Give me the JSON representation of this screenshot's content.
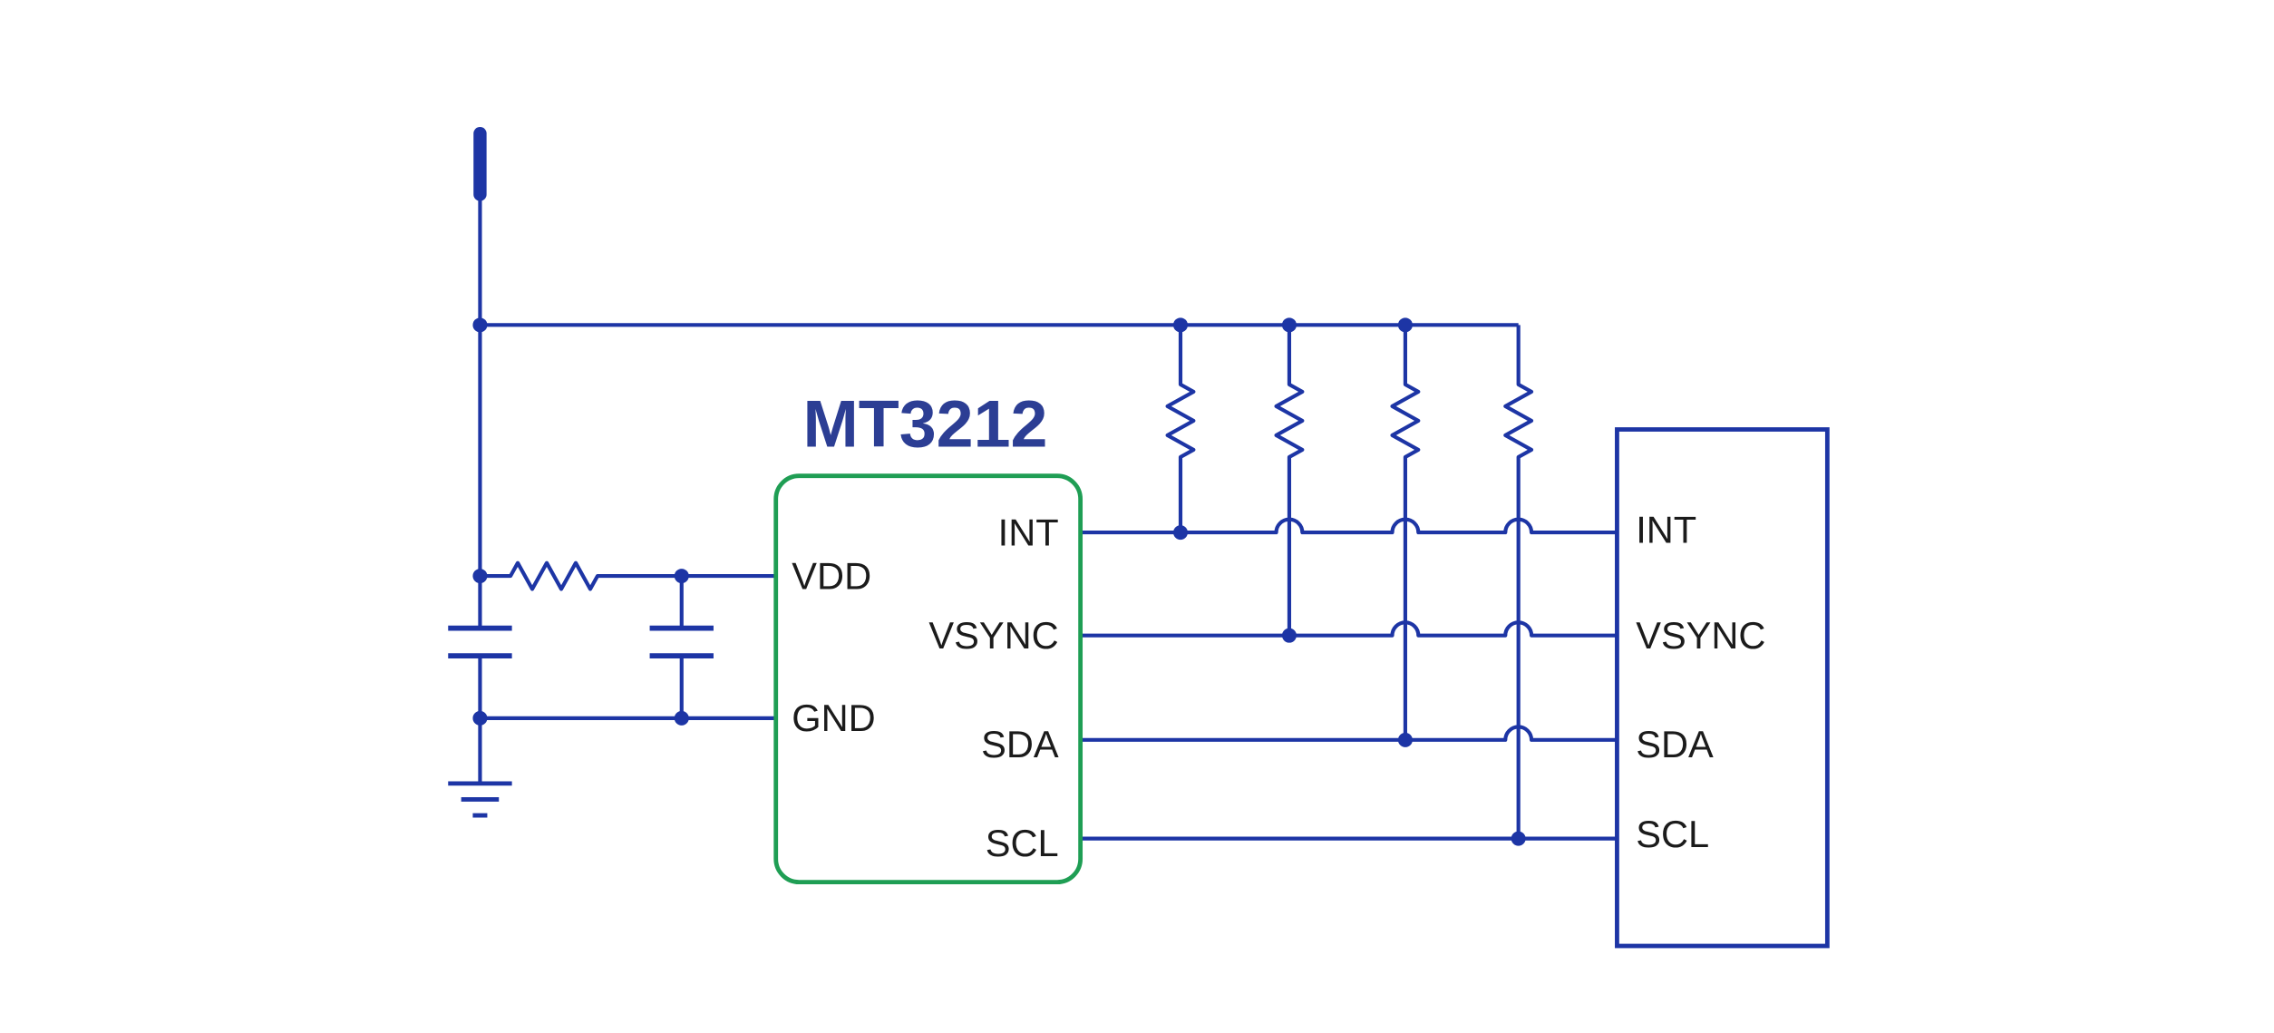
{
  "chip": {
    "name": "MT3212",
    "left_pins": [
      "VDD",
      "GND"
    ],
    "right_pins": [
      "INT",
      "VSYNC",
      "SDA",
      "SCL"
    ]
  },
  "host_block": {
    "pins": [
      "INT",
      "VSYNC",
      "SDA",
      "SCL"
    ]
  },
  "symbols": {
    "power": "supply-bar-icon",
    "ground": "earth-ground-icon",
    "pullup_resistors": 4,
    "decoupling_capacitors": 2,
    "series_resistor": 1
  },
  "colors": {
    "wire_color": "#1d35a5",
    "chip_color": "#1f9e54",
    "title_color": "#2c3e94",
    "label_color": "#1b1b1b",
    "background": "#ffffff"
  }
}
